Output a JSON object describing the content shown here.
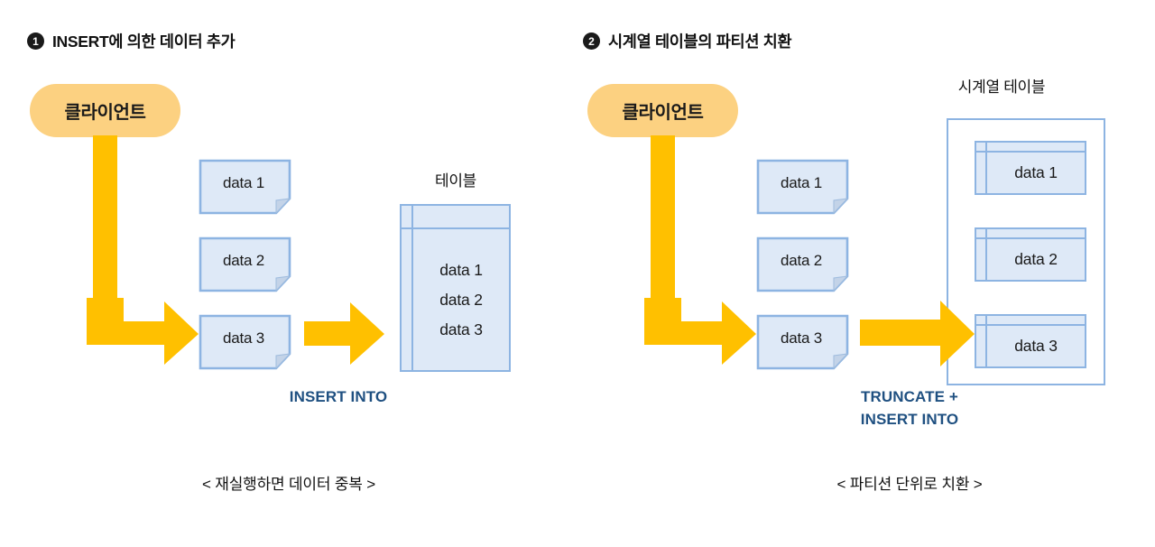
{
  "colors": {
    "arrow_amber": "#FFC000",
    "pill_amber": "#FCD181",
    "note_fill": "#DEE9F7",
    "note_border": "#8DB4E2",
    "sql_blue": "#1F5081",
    "text_black": "#111111",
    "page_background": "#FFFFFF"
  },
  "panels": [
    {
      "id": "insert-flow",
      "number": "1",
      "heading": "INSERT에 의한 데이터 추가",
      "client_label": "클라이언트",
      "notes": [
        {
          "label": "data 1"
        },
        {
          "label": "data 2"
        },
        {
          "label": "data 3"
        }
      ],
      "table_caption": "테이블",
      "table_rows": [
        "data 1",
        "data 2",
        "data 3"
      ],
      "sql_caption_lines": [
        "INSERT INTO"
      ],
      "bottom_note": "< 재실행하면 데이터 중복 >"
    },
    {
      "id": "partition-swap-flow",
      "number": "2",
      "heading": "시계열 테이블의 파티션 치환",
      "client_label": "클라이언트",
      "notes": [
        {
          "label": "data 1"
        },
        {
          "label": "data 2"
        },
        {
          "label": "data 3"
        }
      ],
      "table_caption": "시계열 테이블",
      "partitions": [
        "data 1",
        "data 2",
        "data 3"
      ],
      "sql_caption_lines": [
        "TRUNCATE +",
        "INSERT INTO"
      ],
      "bottom_note": "< 파티션 단위로 치환 >"
    }
  ]
}
